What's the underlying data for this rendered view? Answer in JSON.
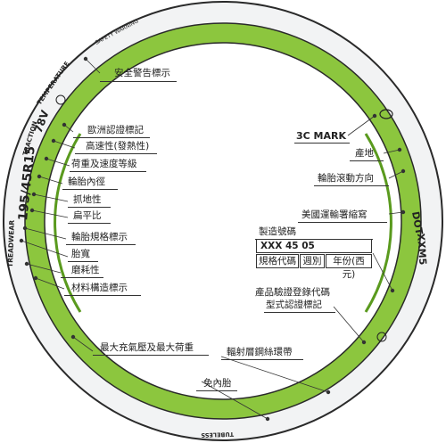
{
  "sidewall_text": {
    "brand": "TREADWEAR",
    "traction": "TRACTION",
    "temperature": "TEMPERATURE",
    "size": "195/45R15",
    "load_speed": "78V",
    "rim_top": "SAFETY WARNING",
    "tubeless": "TUBELESS",
    "dot": "DOT",
    "dot_code": "XXM5"
  },
  "labels": {
    "safety_warning": "安全警告標示",
    "eu_approval": "歐洲認證標記",
    "high_speed": "高速性(發熱性)",
    "load_speed_index": "荷重及速度等級",
    "rim_diameter": "輪胎內徑",
    "traction": "抓地性",
    "aspect_ratio": "扁平比",
    "size_marking": "輪胎規格標示",
    "tire_width": "胎寬",
    "wear": "磨耗性",
    "construction": "材料構造標示",
    "max_pressure_load": "最大充氣壓及最大荷重",
    "belt_ply": "輻射層鋼絲環帶",
    "tubeless": "免內胎",
    "three_c": "3C MARK",
    "origin": "產地",
    "rolling_direction": "輪胎滾動方向",
    "dot_label": "美國運輸署縮寫",
    "mfg_code": "製造號碼",
    "registration": "產品驗證登錄代碼",
    "type_approval": "型式認證標記"
  },
  "code_box": {
    "code": "XXX 45 05",
    "spec_code": "規格代碼",
    "week": "週別",
    "year": "年份(西元)"
  },
  "colors": {
    "tire_green": "#8cc63e",
    "tire_green_dark": "#5a9a1e",
    "sidewall": "#f2f3f4",
    "outline": "#2a2a2a",
    "watermark": "#e6e8ea"
  }
}
